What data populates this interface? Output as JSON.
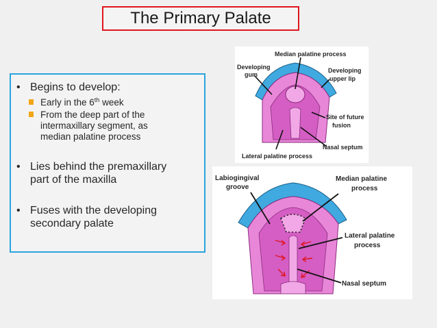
{
  "slide": {
    "title": "The Primary Palate"
  },
  "bullets": [
    {
      "text": "Begins to develop:"
    },
    {
      "text": "Lies behind the premaxillary",
      "text2": "part of the maxilla"
    },
    {
      "text": "Fuses with the developing",
      "text2": "secondary palate"
    }
  ],
  "sub_bullets": [
    {
      "text": "Early in the 6",
      "sup": "th",
      "after": " week"
    },
    {
      "text": "From the deep part of the",
      "text2": "intermaxillary segment, as",
      "text3": "median palatine process"
    }
  ],
  "figure1": {
    "labels": {
      "median": "Median palatine process",
      "gum1": "Developing",
      "gum2": "gum",
      "lip1": "Developing",
      "lip2": "upper lip",
      "site1": "Site of future",
      "site2": "fusion",
      "septum": "Nasal septum",
      "lateral": "Lateral palatine process"
    }
  },
  "figure2": {
    "labels": {
      "groove1": "Labiogingival",
      "groove2": "groove",
      "median1": "Median palatine",
      "median2": "process",
      "lateral1": "Lateral palatine",
      "lateral2": "process",
      "septum": "Nasal septum"
    }
  },
  "colors": {
    "title_border": "#e0141e",
    "bullet_box_border": "#29a3dd",
    "sub_bullet_marker": "#f2a515",
    "gum_blue": "#3fa9e0",
    "palate_pink": "#e887d8",
    "arrow_red": "#e0141e"
  }
}
